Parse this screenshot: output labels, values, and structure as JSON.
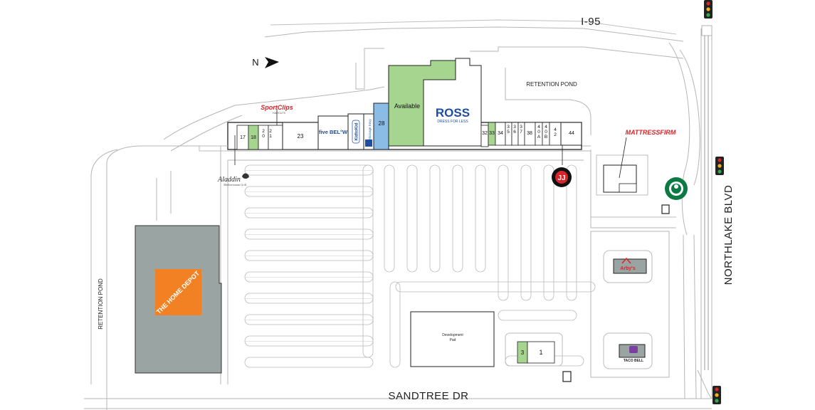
{
  "roads": {
    "highway": "I-95",
    "east_road": "NORTHLAKE BLVD",
    "south_road": "SANDTREE DR"
  },
  "compass": {
    "label": "N"
  },
  "ponds": {
    "north": "RETENTION POND",
    "west": "RETENTION POND"
  },
  "units": {
    "u17": "17",
    "u18": "18",
    "u20": "2\n0",
    "u21": "2\n1",
    "u23": "23",
    "u28": "28",
    "u32": "32",
    "u33": "33",
    "u34": "34",
    "u35": "3\n5",
    "u36": "3\n6",
    "u37": "3\n7",
    "u38": "38",
    "u40": "4\n0\nA",
    "u40b": "4\n0\nB",
    "u42": "4\n2",
    "u44": "44",
    "available": "Available",
    "pad1": "1",
    "pad3": "3",
    "dev_pad": "Development\nPad"
  },
  "tenants": {
    "sportclips": "SportClips",
    "sportclips_tag": "HAIRCUTS",
    "fivebelow": "five BEL°W",
    "kidtokid": "KidtoKid",
    "massage": "Massage Envy",
    "ross": "ROSS",
    "ross_tag": "DRESS FOR LESS",
    "mattress": "MATTRESSFIRM",
    "aladdin": "Aladdin",
    "aladdin_tag": "Mediterranean Grill",
    "homedepot": "THE HOME DEPOT",
    "jj": "JJ",
    "arbys": "Arby's",
    "tacobell": "TACO BELL"
  },
  "colors": {
    "available_green": "#a6d58f",
    "blue_unit": "#8bbce6",
    "homedepot_building": "#9aa5a3",
    "homedepot_orange": "#f28124",
    "ross_blue": "#1f4ea1",
    "red_brand": "#d6252b",
    "starbucks_green": "#0b7a43"
  }
}
